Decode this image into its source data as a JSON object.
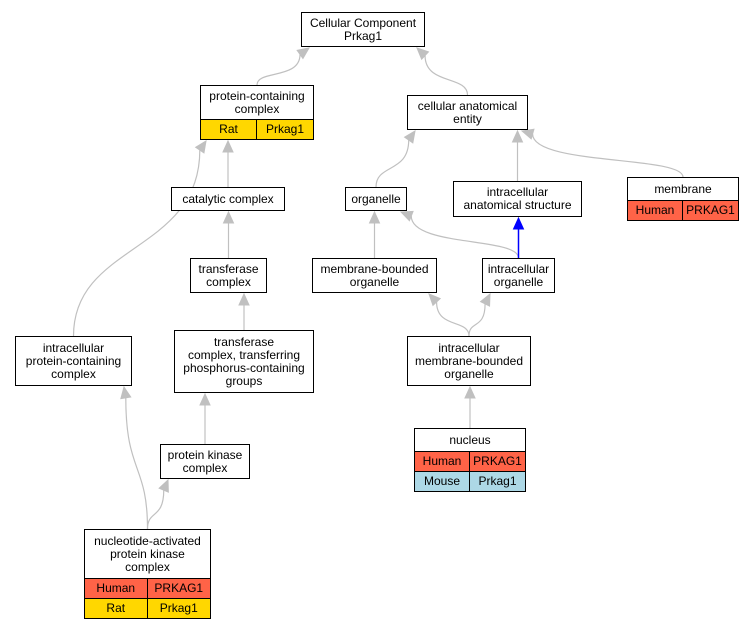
{
  "colors": {
    "edge": "#c0c0c0",
    "highlight_edge": "#0000ff",
    "human": "#ff6347",
    "rat": "#ffd700",
    "mouse": "#add8e6"
  },
  "nodes": {
    "root": {
      "lines": [
        "Cellular Component",
        "Prkag1"
      ]
    },
    "protein_containing_complex": {
      "lines": [
        "protein-containing",
        "complex"
      ],
      "annotations": [
        {
          "species": "Rat",
          "gene": "Prkag1",
          "color": "rat"
        }
      ]
    },
    "cellular_anatomical_entity": {
      "lines": [
        "cellular anatomical",
        "entity"
      ]
    },
    "catalytic_complex": {
      "lines": [
        "catalytic complex"
      ]
    },
    "organelle": {
      "lines": [
        "organelle"
      ]
    },
    "intracellular_anatomical_structure": {
      "lines": [
        "intracellular",
        "anatomical structure"
      ]
    },
    "membrane": {
      "lines": [
        "membrane"
      ],
      "annotations": [
        {
          "species": "Human",
          "gene": "PRKAG1",
          "color": "human"
        }
      ]
    },
    "transferase_complex": {
      "lines": [
        "transferase",
        "complex"
      ]
    },
    "membrane_bounded_organelle": {
      "lines": [
        "membrane-bounded",
        "organelle"
      ]
    },
    "intracellular_organelle": {
      "lines": [
        "intracellular",
        "organelle"
      ]
    },
    "intracellular_protein_containing_complex": {
      "lines": [
        "intracellular",
        "protein-containing",
        "complex"
      ]
    },
    "transferase_complex_phospho": {
      "lines": [
        "transferase",
        "complex, transferring",
        "phosphorus-containing",
        "groups"
      ]
    },
    "intracellular_membrane_bounded_organelle": {
      "lines": [
        "intracellular",
        "membrane-bounded",
        "organelle"
      ]
    },
    "protein_kinase_complex": {
      "lines": [
        "protein kinase",
        "complex"
      ]
    },
    "nucleus": {
      "lines": [
        "nucleus"
      ],
      "annotations": [
        {
          "species": "Human",
          "gene": "PRKAG1",
          "color": "human"
        },
        {
          "species": "Mouse",
          "gene": "Prkag1",
          "color": "mouse"
        }
      ]
    },
    "nucleotide_activated_protein_kinase_complex": {
      "lines": [
        "nucleotide-activated",
        "protein kinase",
        "complex"
      ],
      "annotations": [
        {
          "species": "Human",
          "gene": "PRKAG1",
          "color": "human"
        },
        {
          "species": "Rat",
          "gene": "Prkag1",
          "color": "rat"
        }
      ]
    }
  },
  "edges": [
    {
      "from": "protein_containing_complex",
      "to": "root"
    },
    {
      "from": "cellular_anatomical_entity",
      "to": "root"
    },
    {
      "from": "catalytic_complex",
      "to": "protein_containing_complex"
    },
    {
      "from": "intracellular_protein_containing_complex",
      "to": "protein_containing_complex"
    },
    {
      "from": "organelle",
      "to": "cellular_anatomical_entity"
    },
    {
      "from": "intracellular_anatomical_structure",
      "to": "cellular_anatomical_entity"
    },
    {
      "from": "membrane",
      "to": "cellular_anatomical_entity"
    },
    {
      "from": "transferase_complex",
      "to": "catalytic_complex"
    },
    {
      "from": "membrane_bounded_organelle",
      "to": "organelle"
    },
    {
      "from": "intracellular_organelle",
      "to": "organelle"
    },
    {
      "from": "intracellular_organelle",
      "to": "intracellular_anatomical_structure",
      "highlight": true
    },
    {
      "from": "transferase_complex_phospho",
      "to": "transferase_complex"
    },
    {
      "from": "intracellular_membrane_bounded_organelle",
      "to": "membrane_bounded_organelle"
    },
    {
      "from": "intracellular_membrane_bounded_organelle",
      "to": "intracellular_organelle"
    },
    {
      "from": "protein_kinase_complex",
      "to": "transferase_complex_phospho"
    },
    {
      "from": "nucleus",
      "to": "intracellular_membrane_bounded_organelle"
    },
    {
      "from": "nucleotide_activated_protein_kinase_complex",
      "to": "protein_kinase_complex"
    },
    {
      "from": "nucleotide_activated_protein_kinase_complex",
      "to": "intracellular_protein_containing_complex"
    }
  ]
}
